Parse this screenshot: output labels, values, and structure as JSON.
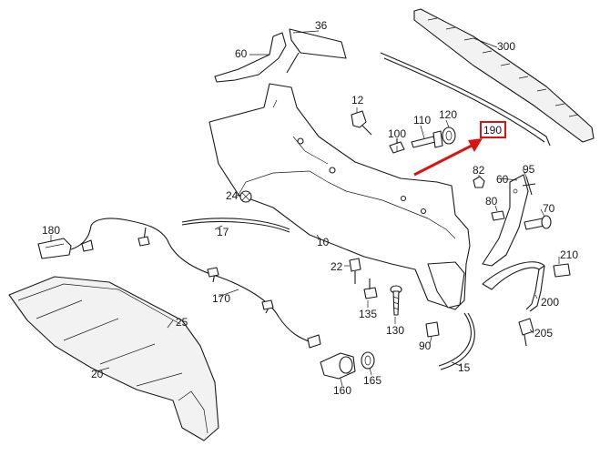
{
  "diagram": {
    "highlight_color": "#e01010",
    "callouts": [
      {
        "id": "c36",
        "text": "36"
      },
      {
        "id": "c60a",
        "text": "60"
      },
      {
        "id": "c300",
        "text": "300"
      },
      {
        "id": "c12",
        "text": "12"
      },
      {
        "id": "c110",
        "text": "110"
      },
      {
        "id": "c120",
        "text": "120"
      },
      {
        "id": "c100",
        "text": "100"
      },
      {
        "id": "c190",
        "text": "190"
      },
      {
        "id": "c82",
        "text": "82"
      },
      {
        "id": "c60b",
        "text": "60"
      },
      {
        "id": "c95",
        "text": "95"
      },
      {
        "id": "c80",
        "text": "80"
      },
      {
        "id": "c70",
        "text": "70"
      },
      {
        "id": "c24",
        "text": "24"
      },
      {
        "id": "c180",
        "text": "180"
      },
      {
        "id": "c17",
        "text": "17"
      },
      {
        "id": "c10",
        "text": "10"
      },
      {
        "id": "c210",
        "text": "210"
      },
      {
        "id": "c22",
        "text": "22"
      },
      {
        "id": "c200",
        "text": "200"
      },
      {
        "id": "c170",
        "text": "170"
      },
      {
        "id": "c135",
        "text": "135"
      },
      {
        "id": "c25",
        "text": "25"
      },
      {
        "id": "c130",
        "text": "130"
      },
      {
        "id": "c205",
        "text": "205"
      },
      {
        "id": "c90",
        "text": "90"
      },
      {
        "id": "c20",
        "text": "20"
      },
      {
        "id": "c15",
        "text": "15"
      },
      {
        "id": "c160",
        "text": "160"
      },
      {
        "id": "c165",
        "text": "165"
      }
    ]
  }
}
